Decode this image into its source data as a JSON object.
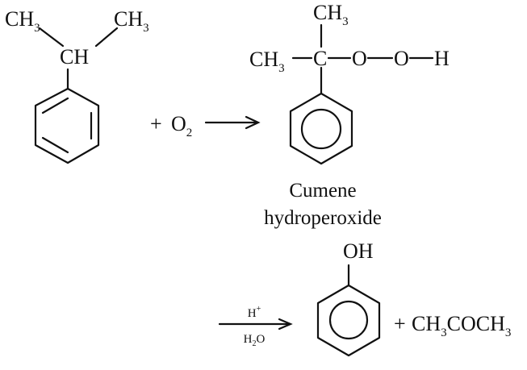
{
  "reactant": {
    "methyl_left": {
      "main": "CH",
      "sub": "3"
    },
    "methyl_right": {
      "main": "CH",
      "sub": "3"
    },
    "ch": "CH"
  },
  "step1": {
    "plus": "+",
    "oxygen": {
      "main": "O",
      "sub": "2"
    }
  },
  "intermediate": {
    "methyl_top": {
      "main": "CH",
      "sub": "3"
    },
    "methyl_left": {
      "main": "CH",
      "sub": "3"
    },
    "carbon": "C",
    "o1": "O",
    "o2": "O",
    "h": "H",
    "name_line1": "Cumene",
    "name_line2": "hydroperoxide"
  },
  "step2": {
    "reagent_top": {
      "main": "H",
      "sup": "+"
    },
    "reagent_bottom": {
      "h": "H",
      "sub": "2",
      "o": "O"
    }
  },
  "products": {
    "oh": "OH",
    "plus": "+",
    "acetone": {
      "p1": "CH",
      "s1": "3",
      "p2": "COCH",
      "s2": "3"
    }
  }
}
